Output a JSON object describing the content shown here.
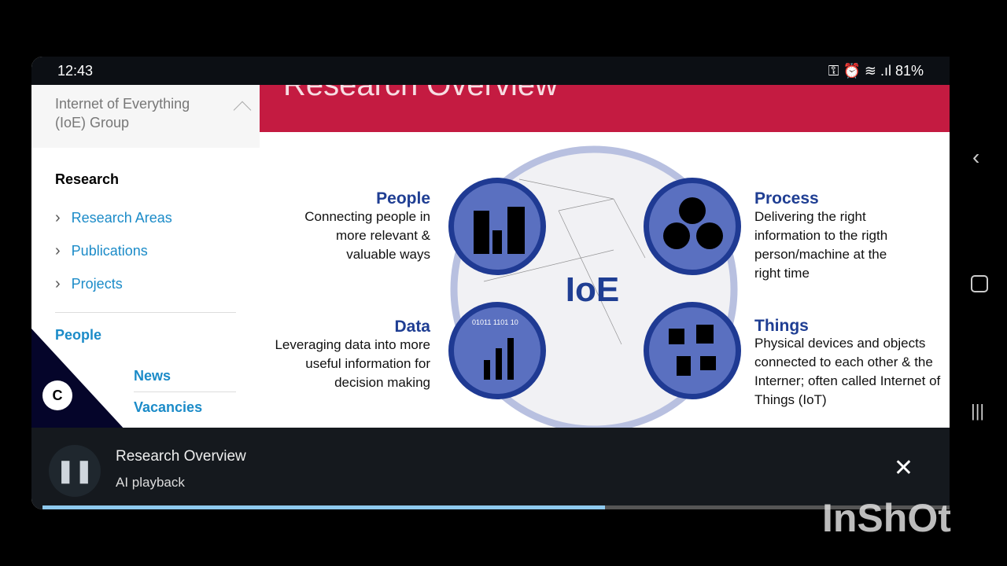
{
  "status": {
    "time": "12:43",
    "battery": "81%"
  },
  "sidebar": {
    "group": "Internet of Everything (IoE) Group",
    "section": "Research",
    "links": [
      "Research Areas",
      "Publications",
      "Projects"
    ],
    "people": "People",
    "news": "News",
    "vacancies": "Vacancies"
  },
  "banner": {
    "title": "Research Overview"
  },
  "diagram": {
    "center": "IoE",
    "people": {
      "title": "People",
      "text": "Connecting people in more relevant & valuable ways"
    },
    "process": {
      "title": "Process",
      "text": "Delivering the right information to the rigth person/machine at the right time"
    },
    "data": {
      "title": "Data",
      "text": "Leveraging data into more useful information for decision making",
      "binary": "01011 1101 10"
    },
    "things": {
      "title": "Things",
      "text": "Physical devices and objects connected to each other & the Interner; often called Internet of Things (IoT)"
    }
  },
  "player": {
    "title": "Research Overview",
    "subtitle": "AI playback",
    "progress": 0.62
  },
  "badge": {
    "letter": "C"
  },
  "watermark": "InShOt"
}
